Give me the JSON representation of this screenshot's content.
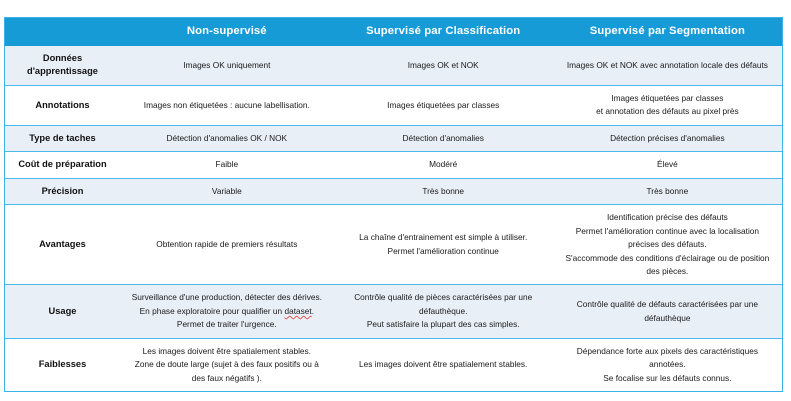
{
  "table": {
    "accent_color": "#179bd7",
    "border_color": "#3bb3e8",
    "shade_color": "#e9eff7",
    "header": {
      "corner": "",
      "col_unsupervised": "Non-supervisé",
      "col_classification": "Supervisé par Classification",
      "col_segmentation": "Supervisé par Segmentation"
    },
    "rows": [
      {
        "label_line1": "Données",
        "label_line2": "d'apprentissage",
        "unsupervised": [
          "Images OK uniquement"
        ],
        "classification": [
          "Images OK et NOK"
        ],
        "segmentation": [
          "Images OK et NOK avec annotation locale des défauts"
        ]
      },
      {
        "label_line1": "Annotations",
        "label_line2": "",
        "unsupervised": [
          "Images non étiquetées : aucune labellisation."
        ],
        "classification": [
          "Images étiquetées par classes"
        ],
        "segmentation": [
          "Images étiquetées par classes",
          "et annotation des défauts au pixel près"
        ]
      },
      {
        "label_line1": "Type de taches",
        "label_line2": "",
        "unsupervised": [
          "Détection d'anomalies OK / NOK"
        ],
        "classification": [
          "Détection d'anomalies"
        ],
        "segmentation": [
          "Détection précises d'anomalies"
        ]
      },
      {
        "label_line1": "Coût de préparation",
        "label_line2": "",
        "unsupervised": [
          "Faible"
        ],
        "classification": [
          "Modéré"
        ],
        "segmentation": [
          "Élevé"
        ]
      },
      {
        "label_line1": "Précision",
        "label_line2": "",
        "unsupervised": [
          "Variable"
        ],
        "classification": [
          "Très bonne"
        ],
        "segmentation": [
          "Très bonne"
        ]
      },
      {
        "label_line1": "Avantages",
        "label_line2": "",
        "unsupervised": [
          "Obtention rapide de premiers résultats"
        ],
        "classification": [
          "La chaîne d'entrainement est simple à utiliser.",
          "Permet l'amélioration continue"
        ],
        "segmentation": [
          "Identification précise des défauts",
          "Permet l'amélioration continue avec la localisation précises des défauts.",
          "S'accommode des conditions d'éclairage ou de position des pièces."
        ]
      },
      {
        "label_line1": "Usage",
        "label_line2": "",
        "unsupervised": [
          "Surveillance d'une production, détecter des dérives.",
          "En phase exploratoire pour qualifier un dataset.",
          "Permet de traiter l'urgence."
        ],
        "classification": [
          "Contrôle qualité de pièces caractérisées par une défauthèque.",
          "Peut satisfaire la plupart des cas simples."
        ],
        "segmentation": [
          "Contrôle qualité de défauts caractérisées par une défauthèque"
        ]
      },
      {
        "label_line1": "Faiblesses",
        "label_line2": "",
        "unsupervised": [
          "Les images doivent être spatialement stables.",
          "Zone de doute large (sujet à des faux positifs ou à des faux négatifs )."
        ],
        "classification": [
          "Les images doivent être spatialement stables."
        ],
        "segmentation": [
          "Dépendance forte aux pixels des caractéristiques annotées.",
          "Se focalise sur les défauts connus."
        ]
      }
    ]
  }
}
